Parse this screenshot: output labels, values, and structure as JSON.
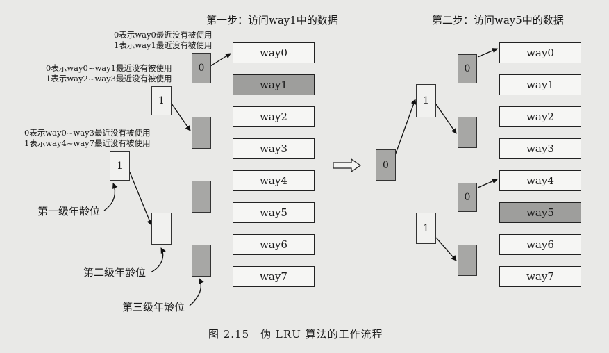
{
  "step1": {
    "title": "第一步：访问way1中的数据",
    "annotations": [
      {
        "line1": "0表示way0最近没有被使用",
        "line2": "1表示way1最近没有被使用"
      },
      {
        "line1": "0表示way0~way1最近没有被使用",
        "line2": "1表示way2~way3最近没有被使用"
      },
      {
        "line1": "0表示way0~way3最近没有被使用",
        "line2": "1表示way4~way7最近没有被使用"
      }
    ],
    "level_labels": [
      "第一级年龄位",
      "第二级年龄位",
      "第三级年龄位"
    ],
    "nodes": {
      "root": "1",
      "level2_top": "1",
      "level3_0": "0",
      "level2_bottom": "",
      "level3_1": "",
      "level3_2": "",
      "level3_3": ""
    },
    "ways": [
      "way0",
      "way1",
      "way2",
      "way3",
      "way4",
      "way5",
      "way6",
      "way7"
    ],
    "accessed_way": "way1"
  },
  "step2": {
    "title": "第二步：访问way5中的数据",
    "nodes": {
      "root": "0",
      "level2_top": "1",
      "level2_bottom": "1",
      "level3_0": "0",
      "level3_1": "",
      "level3_2": "0",
      "level3_3": ""
    },
    "ways": [
      "way0",
      "way1",
      "way2",
      "way3",
      "way4",
      "way5",
      "way6",
      "way7"
    ],
    "accessed_way": "way5"
  },
  "caption": "图 2.15　伪 LRU 算法的工作流程",
  "colors": {
    "accessed": "#9e9e9c",
    "bit_dark": "#a7a7a5",
    "bit_light": "#f1f1ef"
  }
}
